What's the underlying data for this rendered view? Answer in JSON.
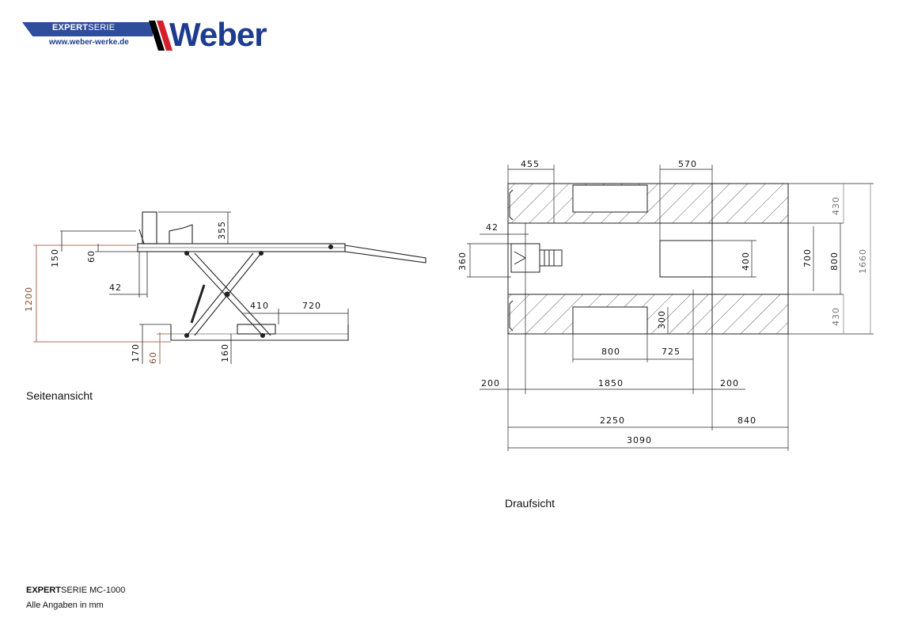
{
  "logo": {
    "series_bold": "EXPERT",
    "series_light": "SERIE",
    "url": "www.weber-werke.de",
    "brand": "Weber",
    "colors": {
      "blue": "#1d3c8f",
      "red": "#d4202a",
      "black": "#000000"
    }
  },
  "side_view": {
    "caption": "Seitenansicht",
    "dims": {
      "d150": "150",
      "d60a": "60",
      "d355": "355",
      "d42": "42",
      "d1200": "1200",
      "d410": "410",
      "d720": "720",
      "d170": "170",
      "d60b": "60",
      "d160": "160"
    }
  },
  "top_view": {
    "caption": "Draufsicht",
    "dims": {
      "d455": "455",
      "d570": "570",
      "d42": "42",
      "d360": "360",
      "d400": "400",
      "d700": "700",
      "d800v": "800",
      "d1660": "1660",
      "d430a": "430",
      "d430b": "430",
      "d300": "300",
      "d800": "800",
      "d725": "725",
      "d200a": "200",
      "d1850": "1850",
      "d200b": "200",
      "d2250": "2250",
      "d840": "840",
      "d3090": "3090"
    }
  },
  "footer": {
    "model_bold": "EXPERT",
    "model_rest": "SERIE MC-1000",
    "note": "Alle Angaben in mm"
  }
}
